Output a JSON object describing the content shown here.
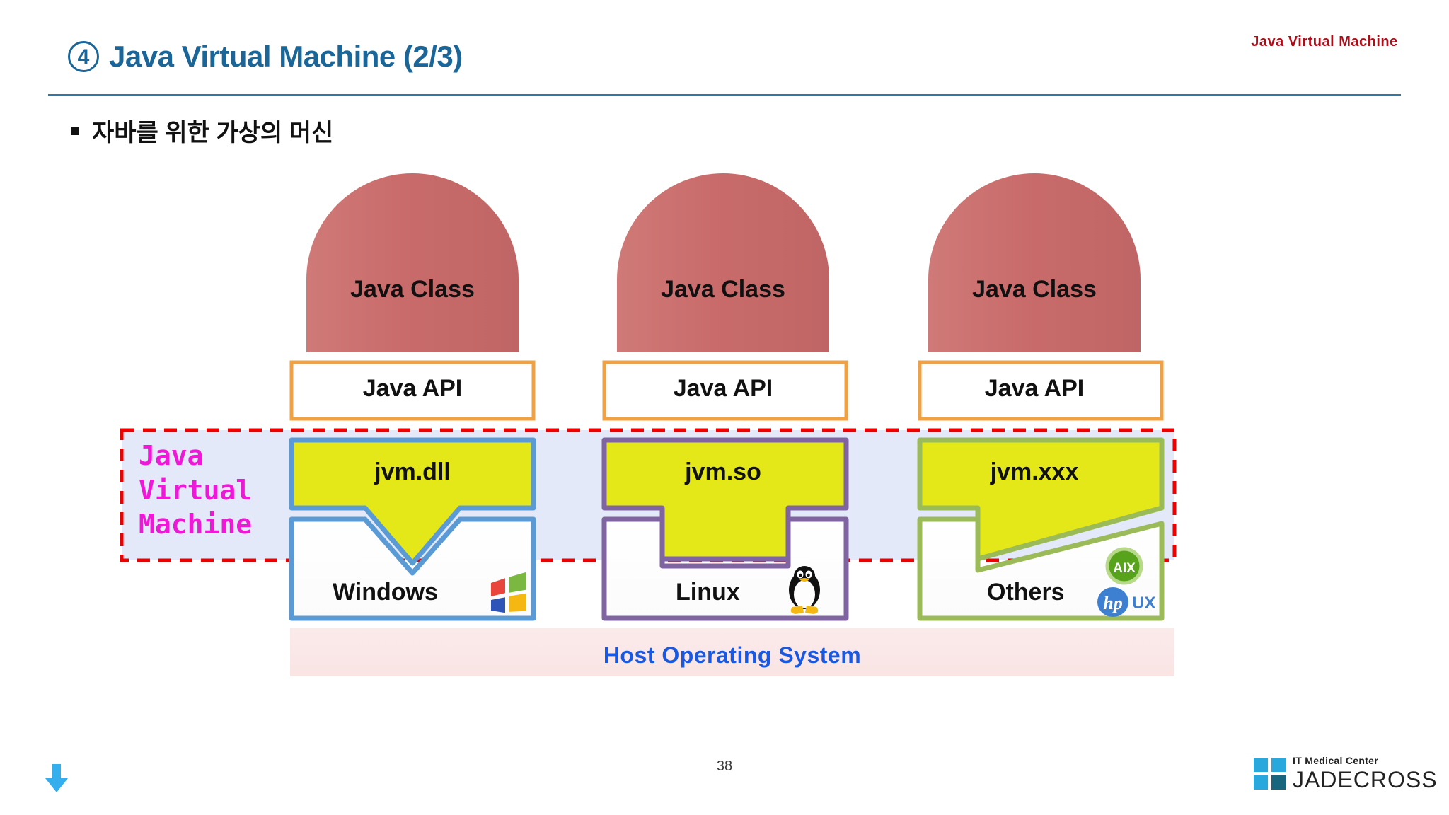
{
  "header": {
    "right_label": "Java Virtual Machine",
    "number_badge": "4",
    "title": "Java Virtual Machine (2/3)"
  },
  "bullet": {
    "text": "자바를 위한 가상의 머신"
  },
  "diagram": {
    "jvm_band_label_lines": [
      "Java",
      "Virtual",
      "Machine"
    ],
    "jvm_band_label": "Java Virtual Machine",
    "host_os_label": "Host Operating System",
    "columns": [
      {
        "class_label": "Java Class",
        "api_label": "Java API",
        "jvm_label": "jvm.dll",
        "os_label": "Windows",
        "os_icon": "windows-logo-icon",
        "accent": "#5b9bd5",
        "tab_style": "vee"
      },
      {
        "class_label": "Java Class",
        "api_label": "Java API",
        "jvm_label": "jvm.so",
        "os_label": "Linux",
        "os_icon": "tux-penguin-icon",
        "accent": "#8064a2",
        "tab_style": "square"
      },
      {
        "class_label": "Java Class",
        "api_label": "Java API",
        "jvm_label": "jvm.xxx",
        "os_label": "Others",
        "os_icon": "aix-hpux-logo-icon",
        "accent": "#9bbb59",
        "tab_style": "slant"
      }
    ],
    "colors": {
      "dome_fill": "#c76a6a",
      "api_border": "#f0a143",
      "jvm_fill": "#e5e818",
      "band_fill": "#e3e9f8",
      "band_border": "#ee0000",
      "host_bar_fill": "#fae8e8",
      "host_text": "#1a58e0",
      "jvm_label_color": "#ee19d6",
      "title_color": "#1b6698",
      "header_right_color": "#b00c18"
    }
  },
  "footer": {
    "page_number": "38",
    "down_arrow_icon": "down-arrow-icon",
    "logo_tagline": "IT Medical Center",
    "logo_name": "JADECROSS"
  }
}
